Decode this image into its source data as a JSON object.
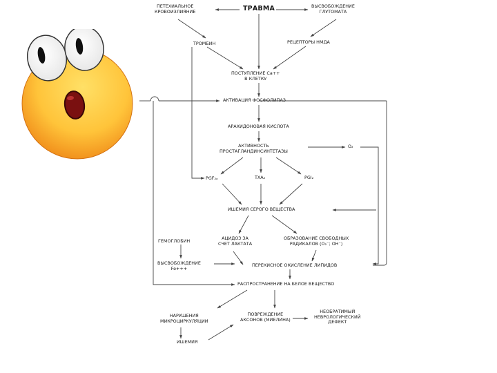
{
  "nodes": {
    "trauma": "ТРАВМА",
    "petechial_1": "ПЕТЕХИАЛЬНОЕ",
    "petechial_2": "КРОВОИЗЛИЯНИЕ",
    "glutamate_1": "ВЫСВОБОЖДЕНИЕ",
    "glutamate_2": "ГЛУТОМАТА",
    "thrombin": "ТРОМБИН",
    "nmda": "РЕЦЕПТОРЫ НМДА",
    "calcium_1": "ПОСТУПЛЕНИЕ Ca++",
    "calcium_2": "В КЛЕТКУ",
    "phospholipase": "АКТИВАЦИЯ ФОСФОЛИПАЗ",
    "arachidonic": "АРАХИДОНОВАЯ КИСЛОТА",
    "prostaglandin_1": "АКТИВНОСТЬ",
    "prostaglandin_2": "ПРОСТАГЛАНДИНСИНТЕТАЗЫ",
    "o2": "O₂",
    "pgf": "PGF₂ₐ",
    "txa": "TXA₂",
    "pgi": "PGI₂",
    "gray_ischemia": "ИШЕМИЯ СЕРОГО ВЕЩЕСТВА",
    "hemoglobin": "ГЕМОГЛОБИН",
    "acidosis_1": "АЦИДОЗ ЗА",
    "acidosis_2": "СЧЕТ ЛАКТАТА",
    "radicals_1": "ОБРАЗОВАНИЕ СВОБОДНЫХ",
    "radicals_2": "РАДИКАЛОВ (O₂⁻; OH⁻)",
    "iron_1": "ВЫСВОБОЖДЕНИЕ",
    "iron_2": "Fe+++",
    "lipid_peroxidation": "ПЕРЕКИСНОЕ ОКИСЛЕНИЕ ЛИПИДОВ",
    "white_matter": "РАСПРОСТРАНЕНИЕ НА БЕЛОЕ ВЕЩЕСТВО",
    "microcirc_1": "НАРУШЕНИЯ",
    "microcirc_2": "МИКРОЦИРКУЛЯЦИИ",
    "axon_1": "ПОВРЕЖДЕНИЕ",
    "axon_2": "АКСОНОВ (МИЕЛИНА)",
    "deficit_1": "НЕОБРАТИМЫЙ",
    "deficit_2": "НЕВРОЛОГИЧЕСКИЙ",
    "deficit_3": "ДЕФЕКТ",
    "ischemia": "ИШЕМИЯ"
  },
  "colors": {
    "ink": "#1a1a1a",
    "line": "#444444",
    "face_light": "#ffd54a",
    "face_dark": "#f08c1a",
    "mouth": "#7a1010"
  },
  "icons": [
    "shocked-smiley-icon"
  ]
}
